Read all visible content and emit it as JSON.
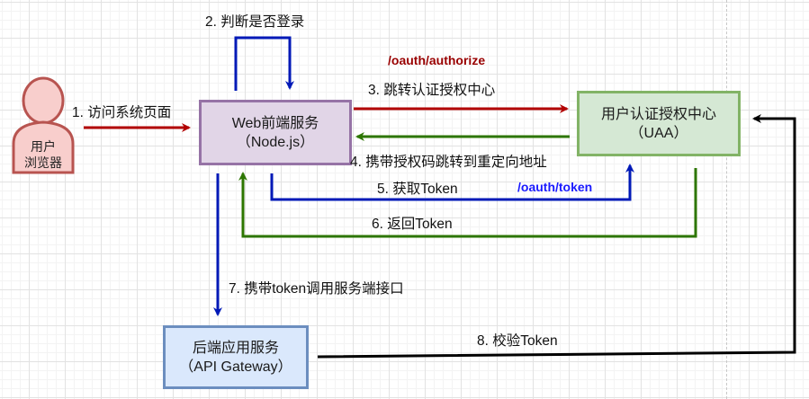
{
  "colors": {
    "red": "#b20000",
    "green": "#2d7600",
    "blue": "#0019b7",
    "black": "#000000",
    "path_red": "#990000",
    "path_blue": "#1a1aff",
    "web_fill": "#e1d5e7",
    "web_border": "#9673a6",
    "uaa_fill": "#d5e8d4",
    "uaa_border": "#82b366",
    "api_fill": "#dae8fc",
    "api_border": "#6c8ebf",
    "actor_fill": "#f8cecc",
    "actor_border": "#b85450"
  },
  "actor": {
    "line1": "用户",
    "line2": "浏览器"
  },
  "nodes": {
    "web": {
      "line1": "Web前端服务",
      "line2": "（Node.js）"
    },
    "uaa": {
      "line1": "用户认证授权中心",
      "line2": "（UAA）"
    },
    "api": {
      "line1": "后端应用服务",
      "line2": "（API Gateway）"
    }
  },
  "steps": [
    {
      "id": 1,
      "label": "1. 访问系统页面",
      "from": "actor",
      "to": "web"
    },
    {
      "id": 2,
      "label": "2. 判断是否登录",
      "from": "web",
      "to": "web"
    },
    {
      "id": 3,
      "label": "3. 跳转认证授权中心",
      "from": "web",
      "to": "uaa",
      "endpoint": "/oauth/authorize"
    },
    {
      "id": 4,
      "label": "4. 携带授权码跳转到重定向地址",
      "from": "uaa",
      "to": "web"
    },
    {
      "id": 5,
      "label": "5. 获取Token",
      "from": "web",
      "to": "uaa",
      "endpoint": "/oauth/token"
    },
    {
      "id": 6,
      "label": "6. 返回Token",
      "from": "uaa",
      "to": "web"
    },
    {
      "id": 7,
      "label": "7. 携带token调用服务端接口",
      "from": "web",
      "to": "api"
    },
    {
      "id": 8,
      "label": "8. 校验Token",
      "from": "api",
      "to": "uaa"
    }
  ]
}
